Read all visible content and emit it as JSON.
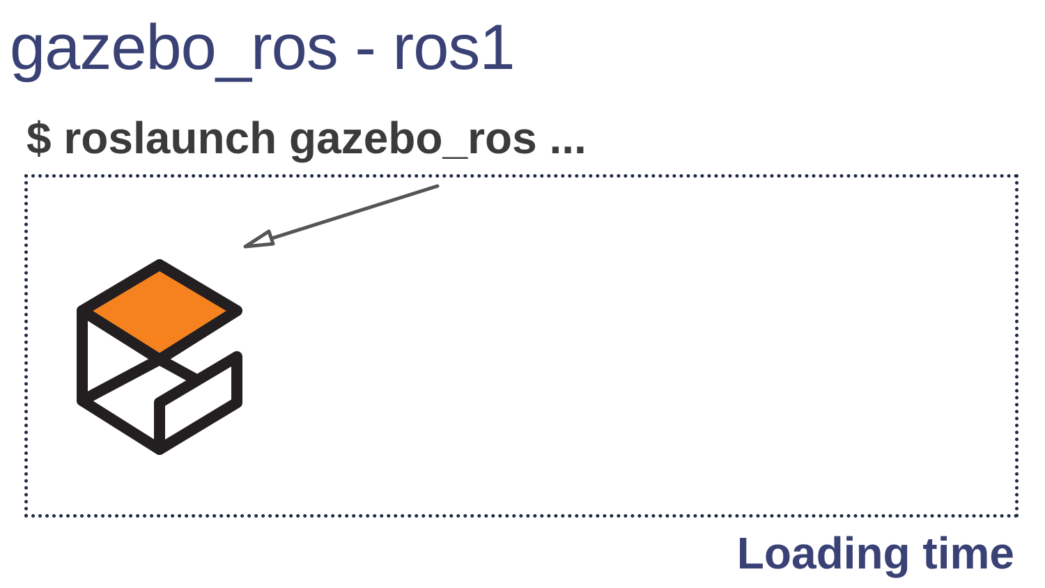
{
  "title": "gazebo_ros - ros1",
  "command": "$ roslaunch gazebo_ros ...",
  "loading_label": "Loading time",
  "logo": {
    "icon": "gazebo-logo-icon",
    "accent_color": "#f5821f",
    "outline_color": "#231f20"
  },
  "colors": {
    "title": "#3a4275",
    "command": "#3b3b3b",
    "box_border": "#1f2a44",
    "arrow": "#555555"
  }
}
